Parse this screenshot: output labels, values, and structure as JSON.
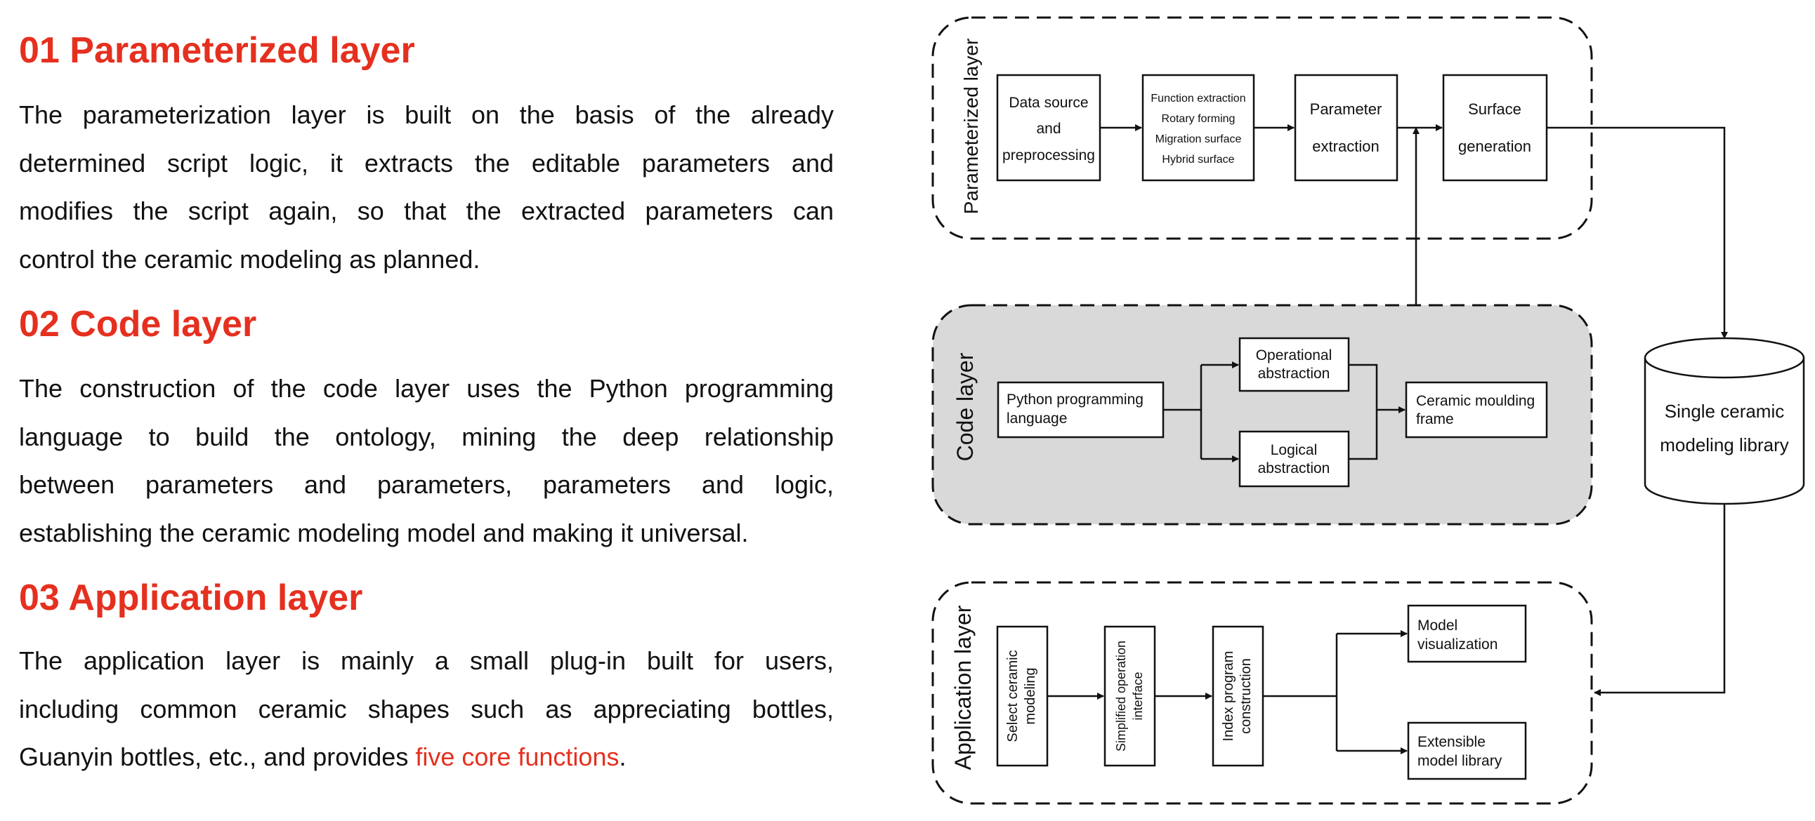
{
  "sections": [
    {
      "title": "01 Parameterized layer",
      "lines": [
        "The parameterization layer is built on the basis of the already",
        "determined script logic, it extracts the editable parameters and",
        "modifies the script again, so that the extracted parameters can",
        "control the ceramic modeling as planned."
      ]
    },
    {
      "title": "02 Code layer",
      "lines": [
        "The construction of the code layer uses the Python programming",
        "language to build the ontology, mining the deep relationship",
        "between parameters and parameters, parameters and logic,",
        "establishing the ceramic modeling model and making it universal."
      ]
    },
    {
      "title": "03 Application layer",
      "lines": [
        "The application layer is mainly a small plug-in built for users,",
        "including common ceramic shapes such as appreciating bottles,"
      ],
      "last_line_prefix": "Guanyin bottles, etc., and provides ",
      "last_line_highlight": "five core functions",
      "last_line_suffix": "."
    }
  ],
  "diagram": {
    "param_layer": {
      "label": "Parameterized layer",
      "data_source": [
        "Data source",
        "and",
        "preprocessing"
      ],
      "functions": [
        "Function extraction",
        "Rotary forming",
        "Migration surface",
        "Hybrid surface"
      ],
      "parameter_extraction": [
        "Parameter",
        "extraction"
      ],
      "surface_generation": [
        "Surface",
        "generation"
      ]
    },
    "code_layer": {
      "label": "Code layer",
      "python": [
        "Python programming",
        "language"
      ],
      "operational": [
        "Operational",
        "abstraction"
      ],
      "logical": [
        "Logical",
        "abstraction"
      ],
      "frame": [
        "Ceramic moulding",
        "frame"
      ]
    },
    "app_layer": {
      "label": "Application layer",
      "select": [
        "Select ceramic",
        "modeling"
      ],
      "simplified": [
        "Simplified operation",
        "interface"
      ],
      "index": [
        "Index program",
        "construction"
      ],
      "visualization": [
        "Model",
        "visualization"
      ],
      "extensible": [
        "Extensible",
        "model library"
      ]
    },
    "library": [
      "Single ceramic",
      "modeling library"
    ]
  },
  "colors": {
    "accent": "#e5301f",
    "code_layer_fill": "#d9d9d9",
    "line": "#111111"
  }
}
